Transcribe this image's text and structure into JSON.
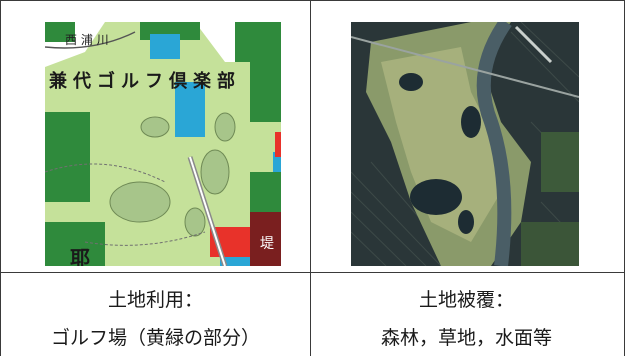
{
  "left_panel": {
    "map_text": "兼代ゴルフ倶楽部",
    "map_text_top": "西 浦 川",
    "map_text_bottom": "耶",
    "map_text_right": "堤",
    "caption_line1": "土地利用：",
    "caption_line2": "ゴルフ場（黄緑の部分）"
  },
  "right_panel": {
    "caption_line1": "土地被覆：",
    "caption_line2": "森林，草地，水面等"
  },
  "colors": {
    "light_green": "#c5e19a",
    "dark_green": "#2f8a3c",
    "blue": "#2aa6d6",
    "red": "#e8322a",
    "dark_red": "#7a1f1f",
    "satellite_dark": "#1e2a2c"
  }
}
